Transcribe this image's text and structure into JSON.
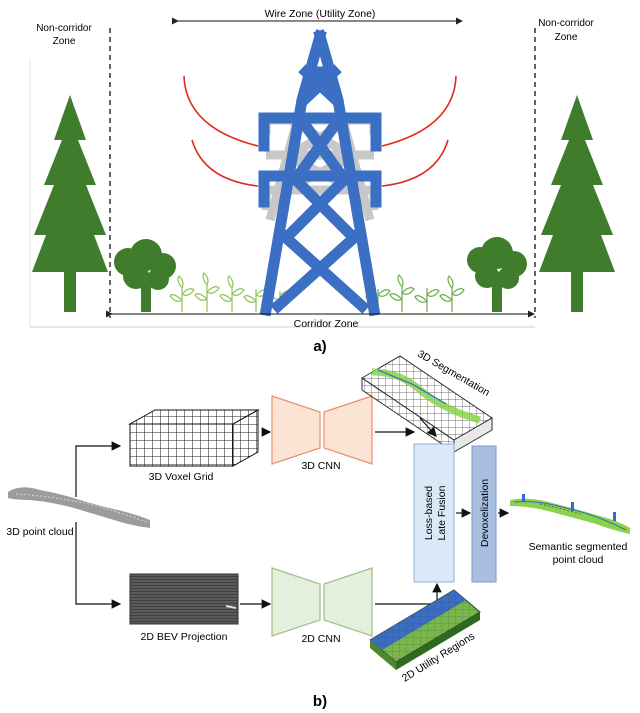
{
  "panel_a": {
    "wire_zone": "Wire Zone (Utility Zone)",
    "non_corridor_left": [
      "Non-corridor",
      "Zone"
    ],
    "non_corridor_right": [
      "Non-corridor",
      "Zone"
    ],
    "corridor_zone": "Corridor Zone",
    "caption": "a)"
  },
  "panel_b": {
    "input_label": "3D point cloud",
    "voxel_label": "3D Voxel Grid",
    "bev_label": "2D BEV Projection",
    "cnn3d_label": "3D CNN",
    "cnn2d_label": "2D CNN",
    "seg3d_label": "3D Segmentation",
    "utility_label": "2D Utility Regions",
    "fusion_label": [
      "Loss-based",
      "Late Fusion"
    ],
    "devox_label": "Devoxelization",
    "output_label": [
      "Semantic segmented",
      "point cloud"
    ],
    "caption": "b)"
  },
  "colors": {
    "tree": "#3f7d2c",
    "tower_blue": "#3a6fc4",
    "tower_grey": "#c8c8c8",
    "wire_red": "#e0281e",
    "cnn3d_fill": "#fbe3d3",
    "cnn3d_stroke": "#e8906a",
    "cnn2d_fill": "#e4efdc",
    "cnn2d_stroke": "#9cbf86",
    "fusion_fill": "#dbe8f7",
    "devox_fill": "#a9bfe0"
  }
}
